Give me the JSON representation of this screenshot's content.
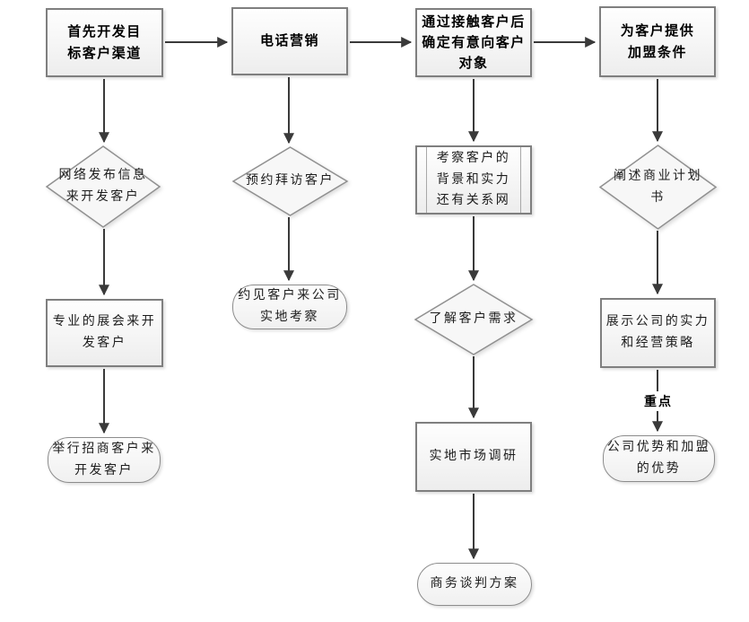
{
  "diagram": {
    "type": "flowchart",
    "language": "zh-CN",
    "background": "#ffffff",
    "colors": {
      "shape_border": "#7f7f7f",
      "shape_fill": "#f5f5f5",
      "diamond_border": "#909090",
      "arrow": "#3a3a3a",
      "text": "#1c1c1c"
    }
  },
  "nodes": {
    "develop_channels": {
      "shape": "process",
      "label": "首先开发目\n标客户渠道"
    },
    "telemarketing": {
      "shape": "process",
      "label": "电话营销"
    },
    "identify_intent": {
      "shape": "process",
      "label": "通过接触客户后\n确定有意向客户\n对象"
    },
    "franchise_terms": {
      "shape": "process",
      "label": "为客户提供\n加盟条件"
    },
    "network_publish": {
      "shape": "decision",
      "label": "网络发布信息\n来开发客户"
    },
    "appointment_visit": {
      "shape": "decision",
      "label": "预约拜访客户"
    },
    "inspect_background": {
      "shape": "predefined-process",
      "label": "考察客户的\n背景和实力\n还有关系网"
    },
    "understand_needs": {
      "shape": "decision",
      "label": "了解客户需求"
    },
    "business_plan": {
      "shape": "decision",
      "label": "阐述商业计划\n书"
    },
    "professional_exhibition": {
      "shape": "process",
      "label": "专业的展会来开\n发客户"
    },
    "field_research": {
      "shape": "process",
      "label": "实地市场调研"
    },
    "show_strength": {
      "shape": "process",
      "label": "展示公司的实力\n和经营策略"
    },
    "investment_event": {
      "shape": "terminator",
      "label": "举行招商客户来\n开发客户"
    },
    "onsite_inspection": {
      "shape": "terminator",
      "label": "约见客户来公司\n实地考察"
    },
    "negotiation_plan": {
      "shape": "terminator",
      "label": "商务谈判方案"
    },
    "advantages": {
      "shape": "terminator",
      "label": "公司优势和加盟\n的优势"
    }
  },
  "edges": [
    {
      "from": "develop_channels",
      "to": "telemarketing"
    },
    {
      "from": "telemarketing",
      "to": "identify_intent"
    },
    {
      "from": "identify_intent",
      "to": "franchise_terms"
    },
    {
      "from": "develop_channels",
      "to": "network_publish"
    },
    {
      "from": "network_publish",
      "to": "professional_exhibition"
    },
    {
      "from": "professional_exhibition",
      "to": "investment_event"
    },
    {
      "from": "telemarketing",
      "to": "appointment_visit"
    },
    {
      "from": "appointment_visit",
      "to": "onsite_inspection"
    },
    {
      "from": "identify_intent",
      "to": "inspect_background"
    },
    {
      "from": "inspect_background",
      "to": "understand_needs"
    },
    {
      "from": "understand_needs",
      "to": "field_research"
    },
    {
      "from": "field_research",
      "to": "negotiation_plan"
    },
    {
      "from": "franchise_terms",
      "to": "business_plan"
    },
    {
      "from": "business_plan",
      "to": "show_strength"
    },
    {
      "from": "show_strength",
      "to": "advantages",
      "label": "重点"
    }
  ]
}
